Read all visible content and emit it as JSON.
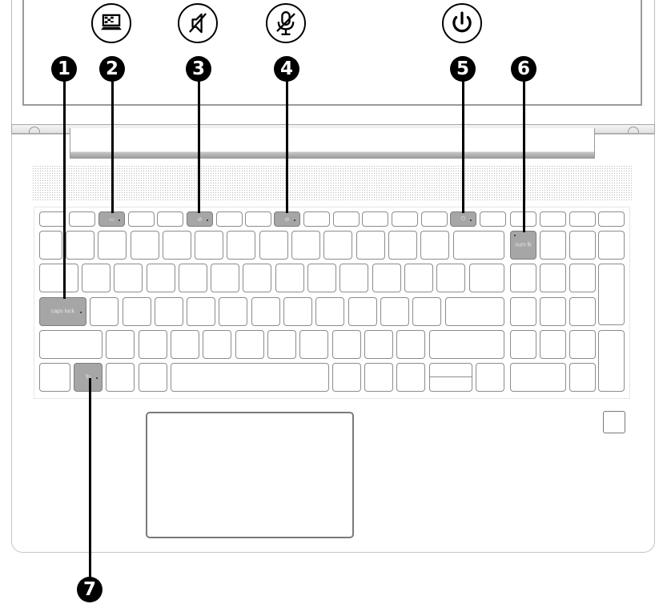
{
  "diagram": {
    "subject": "Laptop top view — keyboard area components",
    "callouts": [
      {
        "number": "1",
        "target": "caps lock key"
      },
      {
        "number": "2",
        "target": "f-key (screen icon)"
      },
      {
        "number": "3",
        "target": "mute key"
      },
      {
        "number": "4",
        "target": "microphone mute key"
      },
      {
        "number": "5",
        "target": "power key"
      },
      {
        "number": "6",
        "target": "num lock key"
      },
      {
        "number": "7",
        "target": "fn key"
      }
    ],
    "icons": {
      "c2": "privacy-screen-icon",
      "c3": "speaker-mute-icon",
      "c4": "microphone-mute-icon",
      "c5": "power-icon"
    },
    "keys": {
      "caps_lock": "caps lock",
      "num_lock": "num lk",
      "fn": "fn"
    },
    "colors": {
      "highlight_key": "#a6a6a6",
      "outline": "#8c8c8c",
      "callout": "#000000"
    }
  }
}
